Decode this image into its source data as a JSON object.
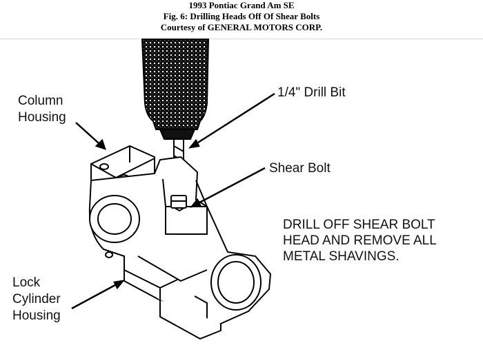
{
  "header": {
    "vehicle": "1993 Pontiac Grand Am SE",
    "figure": "Fig. 6: Drilling Heads Off Of Shear Bolts",
    "courtesy": "Courtesy of GENERAL MOTORS CORP."
  },
  "labels": {
    "column_housing_line1": "Column",
    "column_housing_line2": "Housing",
    "drill_bit": "1/4\" Drill Bit",
    "shear_bolt": "Shear Bolt",
    "instruction_line1": "DRILL OFF SHEAR BOLT",
    "instruction_line2": "HEAD AND REMOVE ALL",
    "instruction_line3": "METAL SHAVINGS.",
    "lock_cylinder_line1": "Lock",
    "lock_cylinder_line2": "Cylinder",
    "lock_cylinder_line3": "Housing"
  }
}
